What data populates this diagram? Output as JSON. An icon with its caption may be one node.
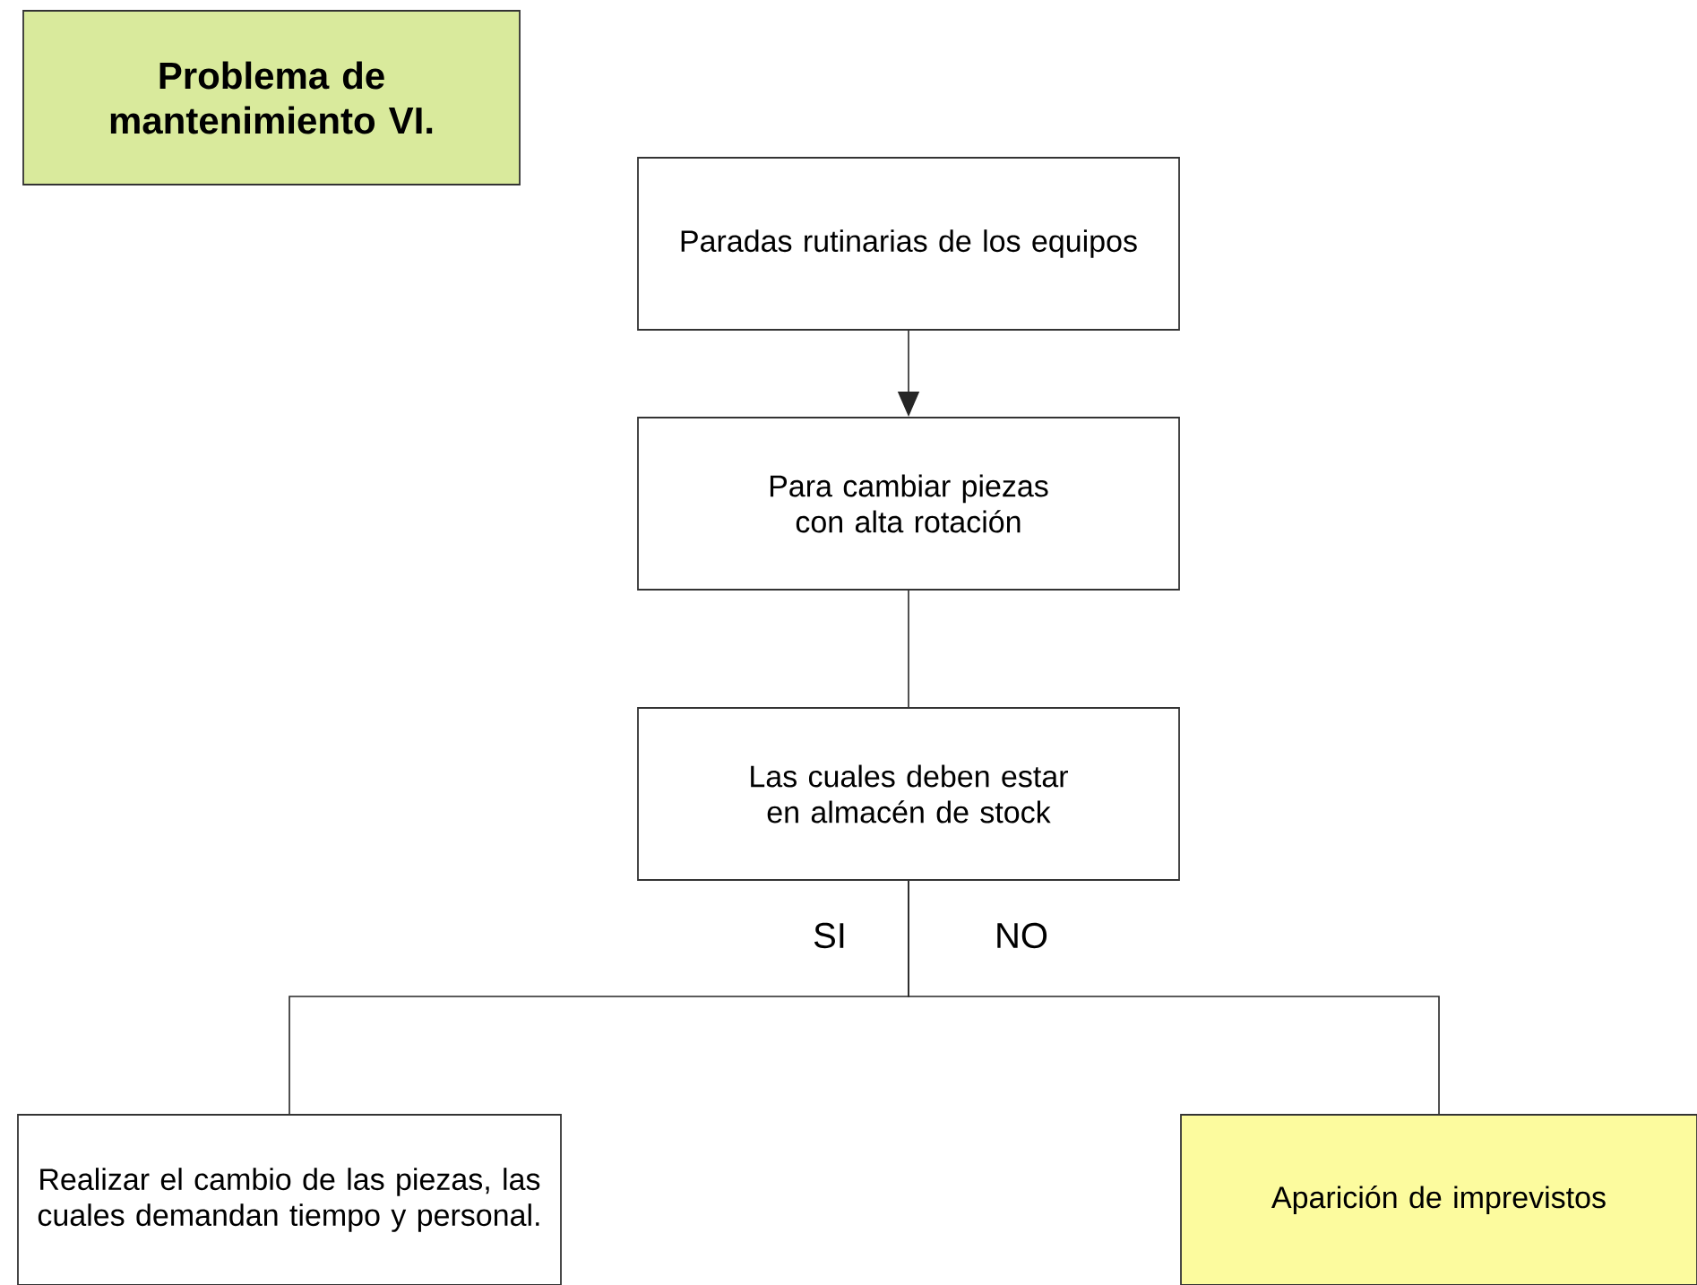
{
  "diagram": {
    "nodes": [
      {
        "text": [
          "Problema de mantenimiento VI."
        ]
      },
      {
        "text": [
          "Paradas rutinarias de los equipos"
        ]
      },
      {
        "text": [
          "Para cambiar piezas con alta rotación"
        ]
      },
      {
        "text": [
          "Las cuales deben estar en almacén de stock"
        ]
      },
      {
        "text": [
          "Realizar el cambio de las piezas, las cuales demandan tiempo y personal."
        ]
      },
      {
        "text": [
          "Aparición de imprevistos"
        ]
      }
    ],
    "edges": [
      {
        "from": 1,
        "to": 2,
        "arrow": "to"
      },
      {
        "from": 2,
        "to": 3,
        "arrow": "none"
      },
      {
        "from": 3,
        "to": 4,
        "arrow": "none",
        "label": "SI"
      },
      {
        "from": 3,
        "to": 5,
        "arrow": "none",
        "label": "NO"
      }
    ]
  }
}
